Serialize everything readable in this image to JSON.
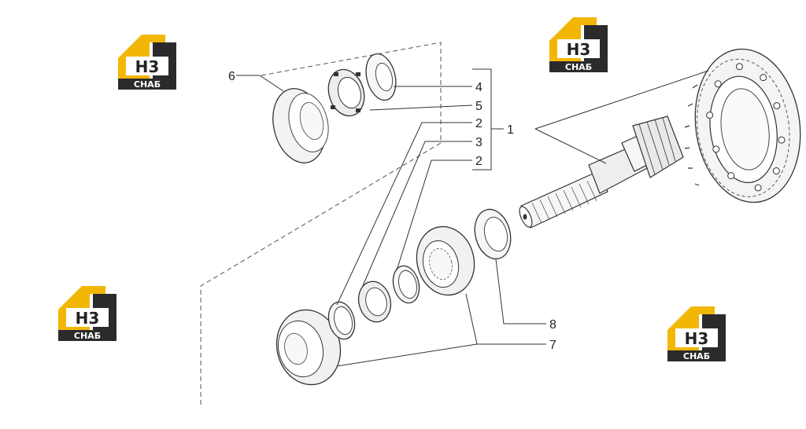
{
  "logos": [
    {
      "top": "H3",
      "bottom": "СНАБ"
    },
    {
      "top": "H3",
      "bottom": "СНАБ"
    },
    {
      "top": "H3",
      "bottom": "СНАБ"
    },
    {
      "top": "H3",
      "bottom": "СНАБ"
    }
  ],
  "callouts": {
    "c1": "1",
    "c2a": "2",
    "c2b": "2",
    "c3": "3",
    "c4": "4",
    "c5": "5",
    "c6": "6",
    "c7": "7",
    "c8": "8"
  },
  "colors": {
    "logo_yellow": "#f2b705",
    "logo_dark": "#2b2b2b",
    "line": "#333333"
  }
}
